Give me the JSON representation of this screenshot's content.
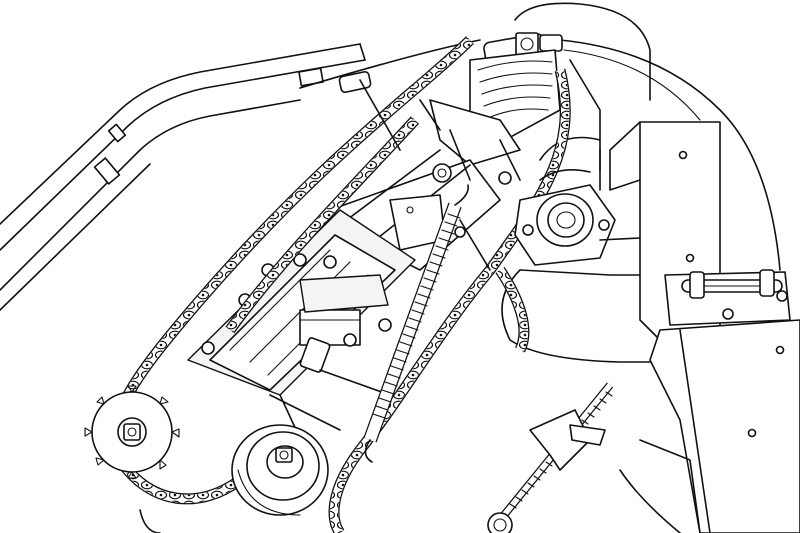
{
  "figure": {
    "kind": "technical line drawing",
    "palette": {
      "stroke": "#111111",
      "background": "#ffffff",
      "panel": "#f4f4f4"
    },
    "parts": [
      {
        "name": "handle-frame"
      },
      {
        "name": "upper-cable"
      },
      {
        "name": "adjuster-fitting"
      },
      {
        "name": "drive-chain"
      },
      {
        "name": "lower-sprocket"
      },
      {
        "name": "tensioner-arm"
      },
      {
        "name": "tension-spring"
      },
      {
        "name": "idler-pulley"
      },
      {
        "name": "bearing-flange"
      },
      {
        "name": "side-frame-panel"
      },
      {
        "name": "hinge-pin-bracket"
      },
      {
        "name": "threaded-rod-hook"
      }
    ]
  }
}
